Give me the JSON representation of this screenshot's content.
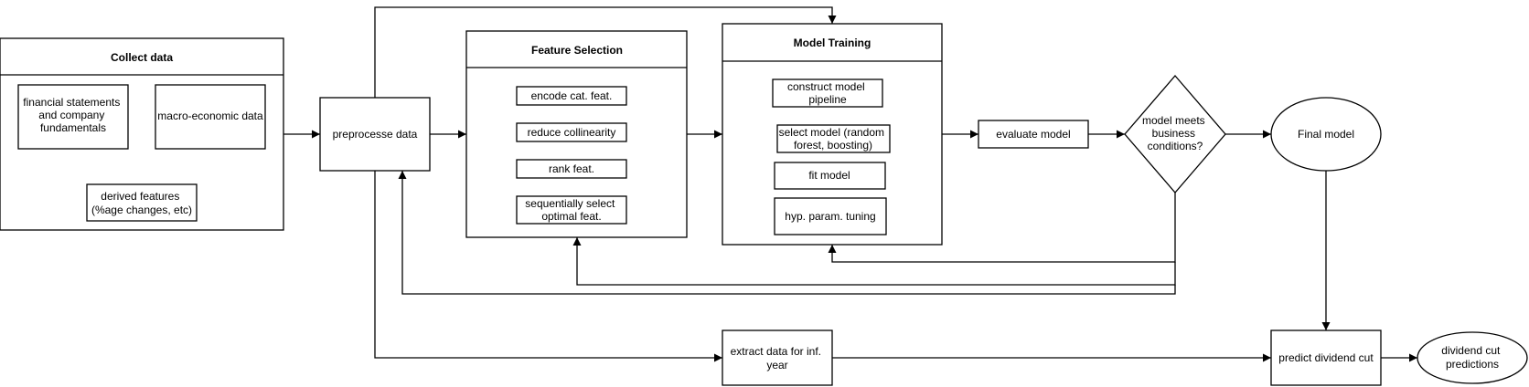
{
  "nodes": {
    "collect_data": {
      "title": "Collect data"
    },
    "financial_statements": {
      "lines": [
        "financial statements",
        "and company",
        "fundamentals"
      ]
    },
    "macro_economic": {
      "lines": [
        "macro-economic data"
      ]
    },
    "derived_features": {
      "lines": [
        "derived features",
        "(%age changes, etc)"
      ]
    },
    "preprocess": {
      "lines": [
        "preprocesse data"
      ]
    },
    "feature_selection": {
      "title": "Feature Selection"
    },
    "encode": {
      "lines": [
        "encode cat. feat."
      ]
    },
    "reduce": {
      "lines": [
        "reduce collinearity"
      ]
    },
    "rank": {
      "lines": [
        "rank feat."
      ]
    },
    "sequential": {
      "lines": [
        "sequentially select",
        "optimal feat."
      ]
    },
    "model_training": {
      "title": "Model Training"
    },
    "construct": {
      "lines": [
        "construct model",
        "pipeline"
      ]
    },
    "select_model": {
      "lines": [
        "select model (random",
        "forest, boosting)"
      ]
    },
    "fit": {
      "lines": [
        "fit model"
      ]
    },
    "tuning": {
      "lines": [
        "hyp. param. tuning"
      ]
    },
    "evaluate": {
      "lines": [
        "evaluate model"
      ]
    },
    "decision": {
      "lines": [
        "model meets",
        "business",
        "conditions?"
      ]
    },
    "final_model": {
      "lines": [
        "Final model"
      ]
    },
    "extract": {
      "lines": [
        "extract data for inf.",
        "year"
      ]
    },
    "predict": {
      "lines": [
        "predict dividend cut"
      ]
    },
    "predictions": {
      "lines": [
        "dividend cut",
        "predictions"
      ]
    }
  }
}
